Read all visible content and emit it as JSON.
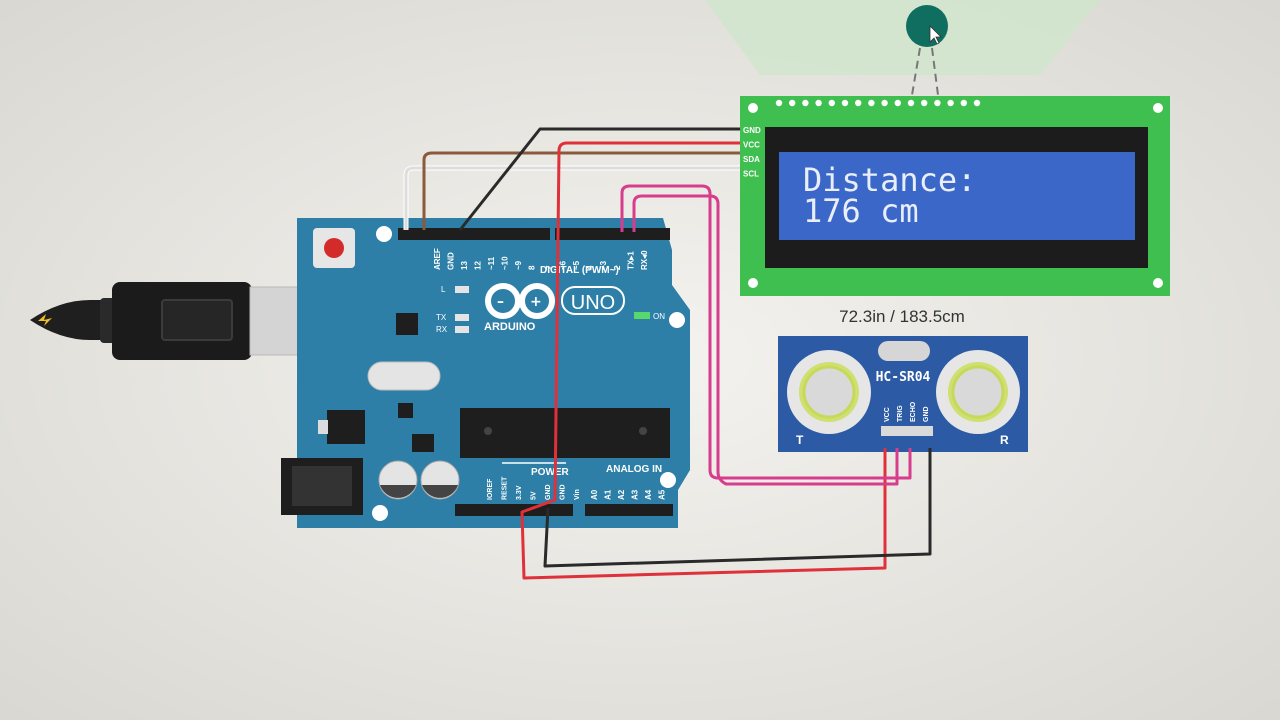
{
  "board": {
    "brand": "ARDUINO",
    "model": "UNO",
    "digital_label": "DIGITAL (PWM~)",
    "power_label": "POWER",
    "analog_label": "ANALOG IN",
    "led_l": "L",
    "led_tx": "TX",
    "led_rx": "RX",
    "led_on": "ON",
    "digital_pins": [
      "AREF",
      "GND",
      "13",
      "12",
      "~11",
      "~10",
      "~9",
      "8",
      "7",
      "~6",
      "~5",
      "4",
      "~3",
      "2",
      "TX▸1",
      "RX◂0"
    ],
    "power_pins": [
      "IOREF",
      "RESET",
      "3.3V",
      "5V",
      "GND",
      "GND",
      "Vin"
    ],
    "analog_pins": [
      "A0",
      "A1",
      "A2",
      "A3",
      "A4",
      "A5"
    ]
  },
  "lcd": {
    "pins": [
      "GND",
      "VCC",
      "SDA",
      "SCL"
    ],
    "line1": "Distance:",
    "line2": "176 cm"
  },
  "sensor": {
    "model": "HC-SR04",
    "pins": [
      "VCC",
      "TRIG",
      "ECHO",
      "GND"
    ],
    "corner_left": "T",
    "corner_right": "R",
    "reading": "72.3in / 183.5cm"
  },
  "colors": {
    "board_blue": "#2d7fa7",
    "lcd_green": "#3fbf4f",
    "lcd_screen": "#3a67c8",
    "sensor_blue": "#2c5aa5",
    "wire_black": "#2a2a2a",
    "wire_red": "#e0303a",
    "wire_brown": "#8b5a3c",
    "wire_pink": "#d83c8c"
  }
}
